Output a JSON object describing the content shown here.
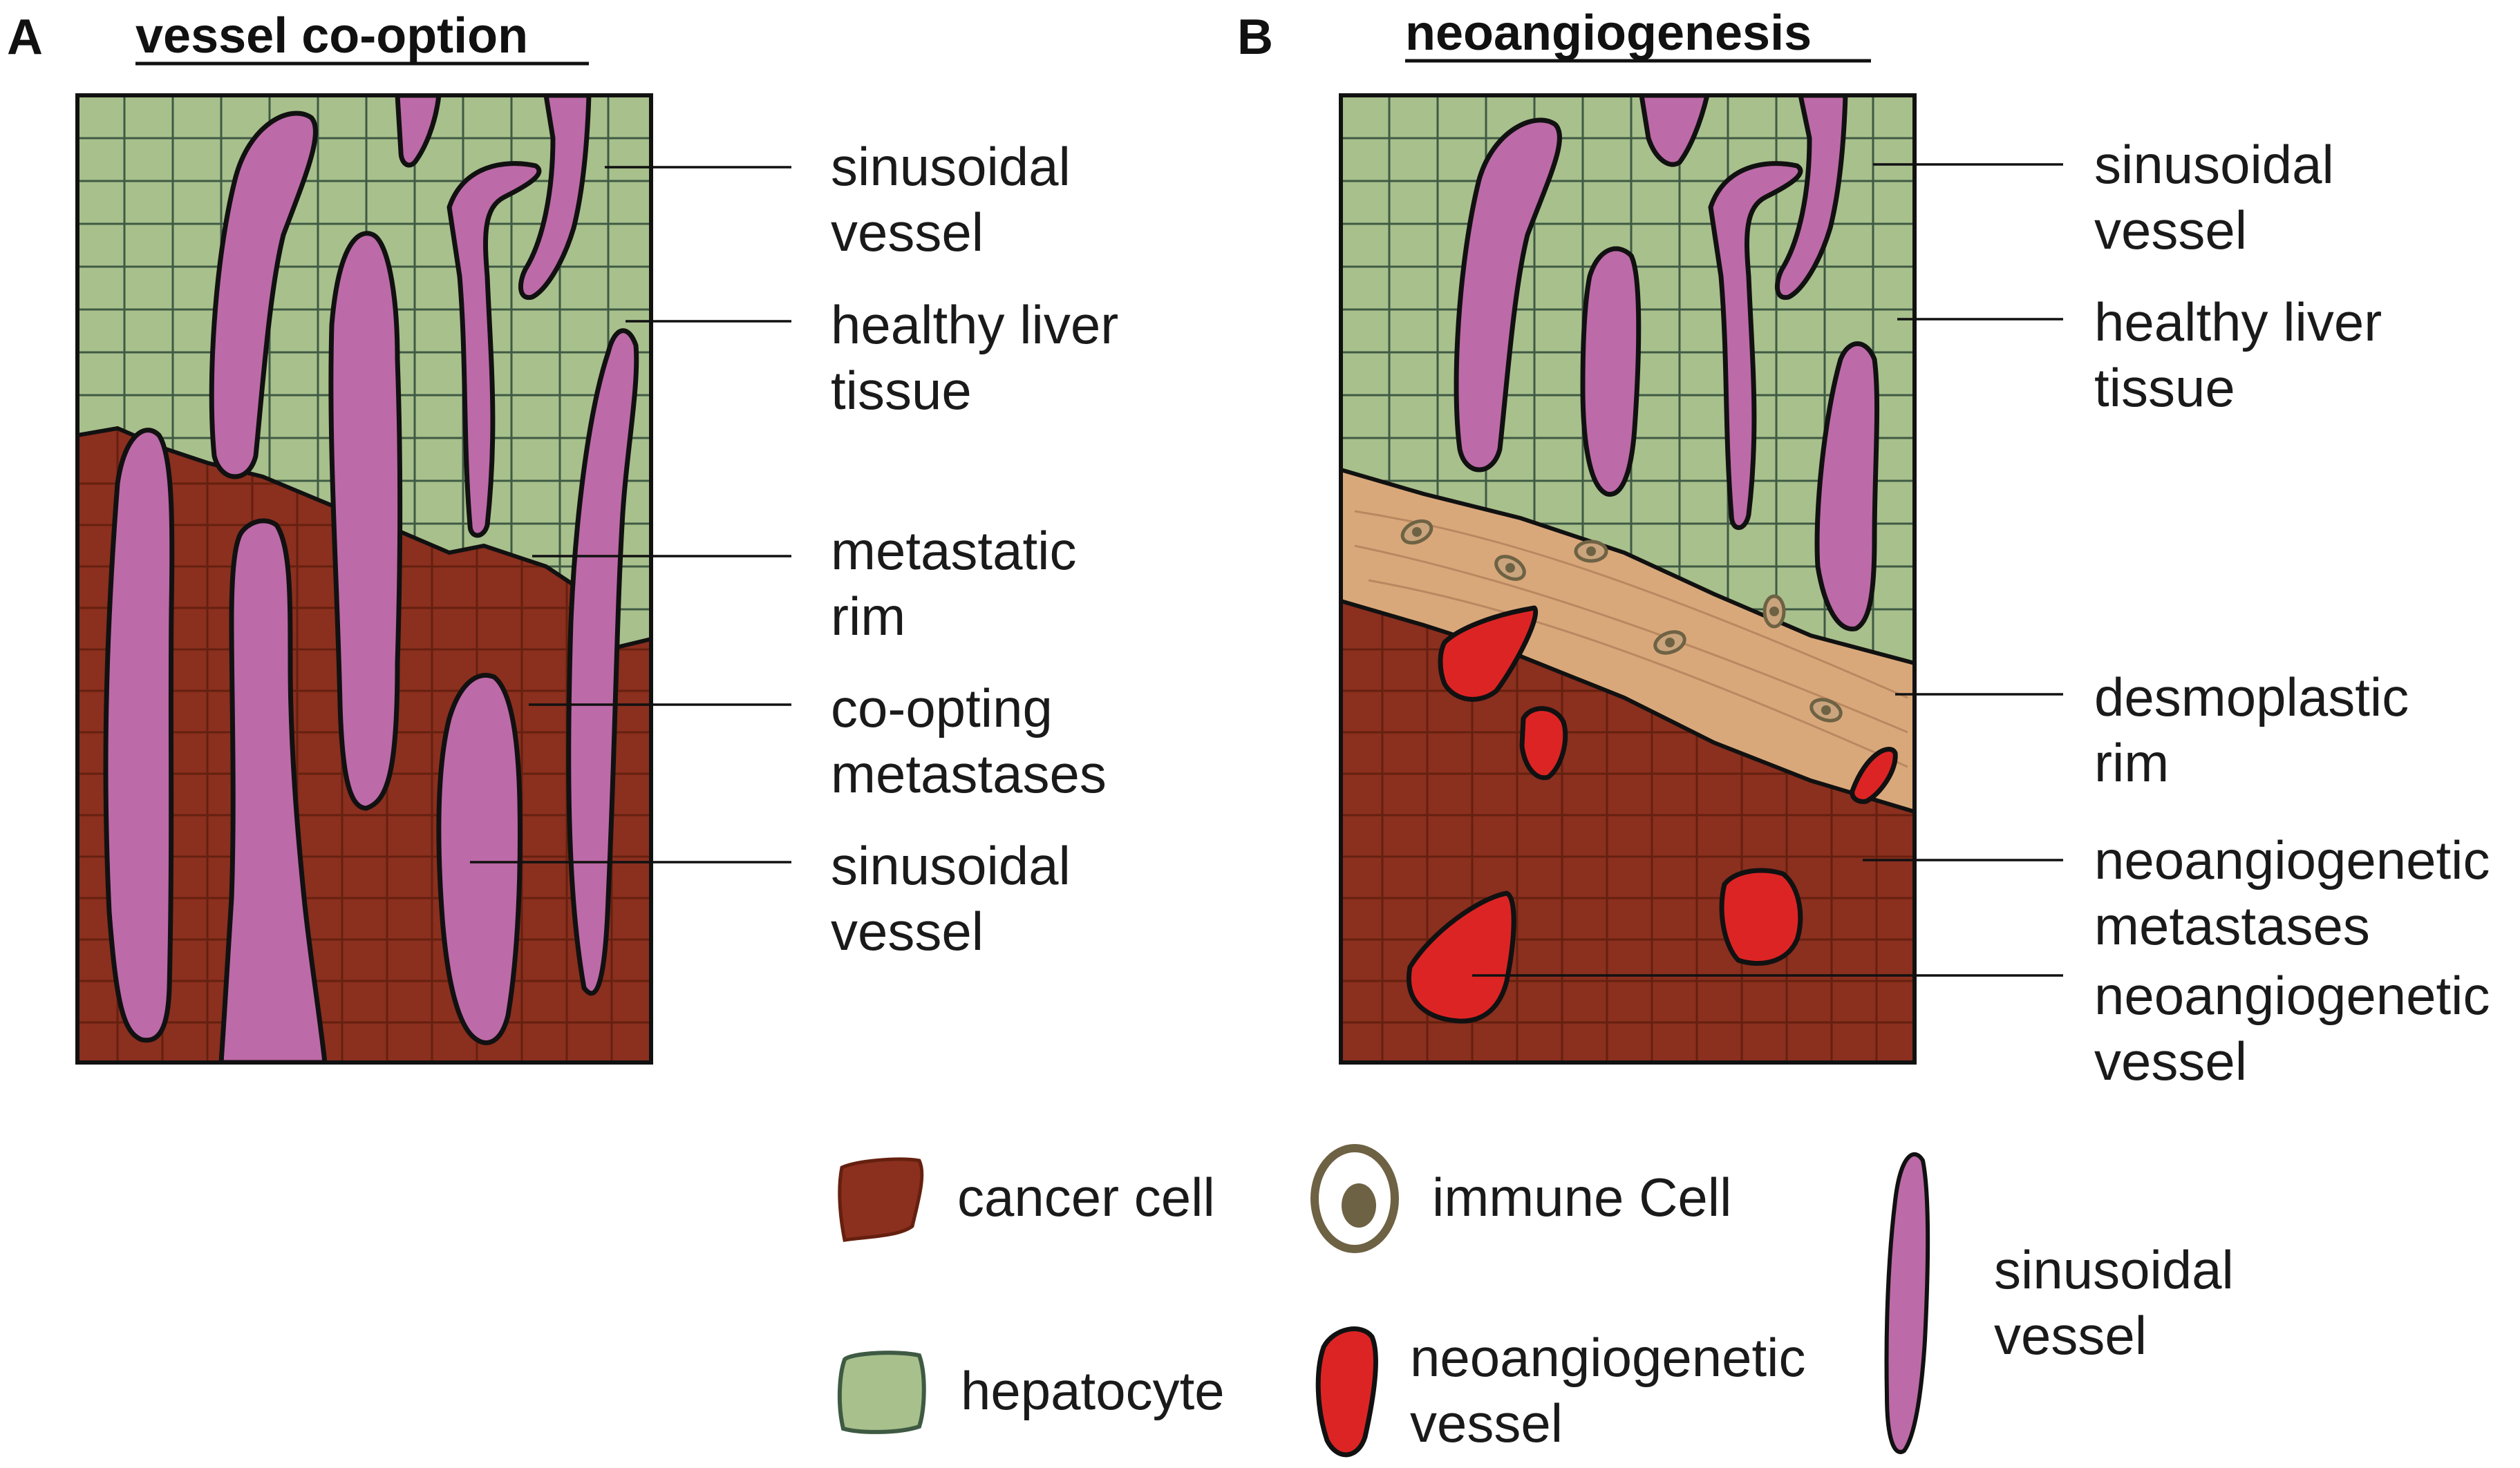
{
  "colors": {
    "hepatocyte": "#a8c08c",
    "hepatocyte_line": "#3f5a43",
    "cancer": "#8b2f1f",
    "cancer_line": "#65200f",
    "sinusoid": "#bd6aa8",
    "neo_vessel": "#dd2424",
    "desmoplastic": "#d9a87a",
    "immune_outline": "#6e6244",
    "immune_nucleus": "#6e6244"
  },
  "panel_a": {
    "letter": "A",
    "title": "vessel co-option",
    "labels": {
      "sinusoidal_vessel_top": [
        "sinusoidal",
        "vessel"
      ],
      "healthy_liver_tissue": [
        "healthy liver",
        "tissue"
      ],
      "metastatic_rim": [
        "metastatic",
        "rim"
      ],
      "co_opting_metastases": [
        "co-opting",
        "metastases"
      ],
      "sinusoidal_vessel_bottom": [
        "sinusoidal",
        "vessel"
      ]
    }
  },
  "panel_b": {
    "letter": "B",
    "title": "neoangiogenesis",
    "labels": {
      "sinusoidal_vessel": [
        "sinusoidal",
        "vessel"
      ],
      "healthy_liver_tissue": [
        "healthy liver",
        "tissue"
      ],
      "desmoplastic_rim": [
        "desmoplastic",
        "rim"
      ],
      "neoangiogenetic_metastases": [
        "neoangiogenetic",
        "metastases"
      ],
      "neoangiogenetic_vessel": [
        "neoangiogenetic",
        "vessel"
      ]
    }
  },
  "legend": {
    "cancer_cell": "cancer cell",
    "immune_cell": "immune Cell",
    "hepatocyte": "hepatocyte",
    "neoangiogenetic_vessel": [
      "neoangiogenetic",
      "vessel"
    ],
    "sinusoidal_vessel": [
      "sinusoidal",
      "vessel"
    ]
  }
}
